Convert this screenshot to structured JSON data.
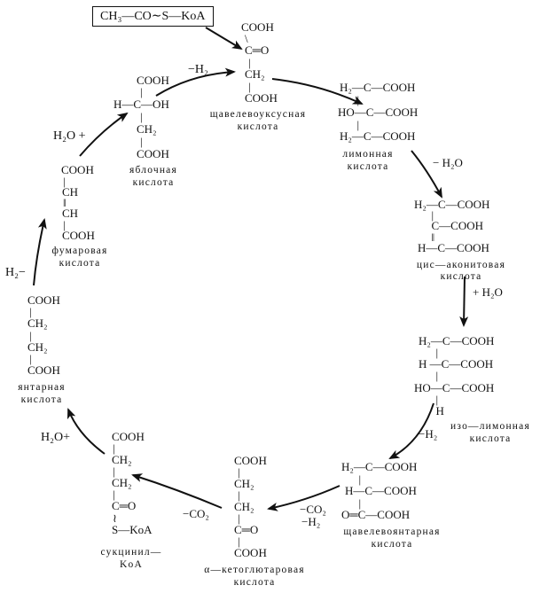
{
  "acetyl_coa": "CH₃—CO∼S—KoA",
  "compounds": {
    "oxaloacetate": {
      "lines": [
        "COOH",
        "\\",
        "C═O",
        "|",
        "CH₂",
        "|",
        "COOH"
      ],
      "name1": "щавелевоуксусная",
      "name2": "кислота"
    },
    "citrate": {
      "lines": [
        "H₂—C—COOH",
        "      |",
        "HO—C—COOH",
        "      |",
        "H₂—C—COOH"
      ],
      "name1": "лимонная",
      "name2": "кислота"
    },
    "cis_aconitate": {
      "lines": [
        "H₂—C—COOH",
        "      |",
        "      C—COOH",
        "      ‖",
        "H—C—COOH"
      ],
      "name1": "цис—аконитовая",
      "name2": "кислота"
    },
    "isocitrate": {
      "lines": [
        "H₂—C—COOH",
        "      |",
        "H —C—COOH",
        "      |",
        "HO—C—COOH",
        "      |",
        "      H"
      ],
      "name1": "изо—лимонная",
      "name2": "кислота"
    },
    "oxalosuccinate": {
      "lines": [
        "H₂—C—COOH",
        "      |",
        "H—C—COOH",
        "      |",
        "O═C—COOH"
      ],
      "name1": "щавелевоянтарная",
      "name2": "кислота"
    },
    "alpha_ketoglutarate": {
      "lines": [
        "COOH",
        "|",
        "CH₂",
        "|",
        "CH₂",
        "|",
        "C═O",
        "|",
        "COOH"
      ],
      "name1": "α—кетоглютаровая",
      "name2": "кислота"
    },
    "succinyl_coa": {
      "lines": [
        "COOH",
        "|",
        "CH₂",
        "|",
        "CH₂",
        "|",
        "C═O",
        "≀",
        "S—KoA"
      ],
      "name1": "сукцинил—",
      "name2": "KoA"
    },
    "succinate": {
      "lines": [
        "COOH",
        "|",
        "CH₂",
        "|",
        "CH₂",
        "|",
        "COOH"
      ],
      "name1": "янтарная",
      "name2": "кислота"
    },
    "fumarate": {
      "lines": [
        "COOH",
        "|",
        "CH",
        "‖",
        "CH",
        "|",
        "COOH"
      ],
      "name1": "фумаровая",
      "name2": "кислота"
    },
    "malate": {
      "lines": [
        "COOH",
        "|",
        "H—C—OH",
        "|",
        "CH₂",
        "|",
        "COOH"
      ],
      "name1": "яблочная",
      "name2": "кислота"
    }
  },
  "reactions": {
    "malate_to_oxaloacetate": "−H₂",
    "citrate_to_cis_aconitate": "− H₂O",
    "cis_aconitate_to_isocitrate": "+ H₂O",
    "isocitrate_to_oxalosuccinate": "−H₂",
    "oxalosuccinate_to_akg_1": "−CO₂",
    "oxalosuccinate_to_akg_2": "−H₂",
    "akg_to_succinyl": "−CO₂",
    "succinyl_to_succinate": "H₂O+",
    "succinate_to_fumarate": "H₂−",
    "fumarate_to_malate": "H₂O +"
  }
}
